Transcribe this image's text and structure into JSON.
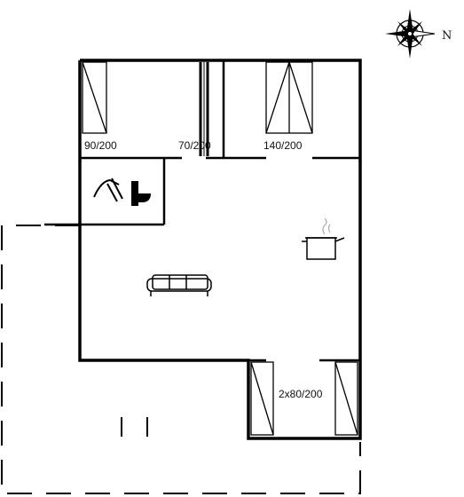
{
  "compass": {
    "north_label": "N"
  },
  "rooms": {
    "bed_1": {
      "label": "90/200"
    },
    "bed_2": {
      "label": "70/200"
    },
    "bed_3": {
      "label": "140/200"
    },
    "bed_4": {
      "label": "2x80/200"
    }
  },
  "colors": {
    "wall": "#000000",
    "background": "#ffffff"
  }
}
